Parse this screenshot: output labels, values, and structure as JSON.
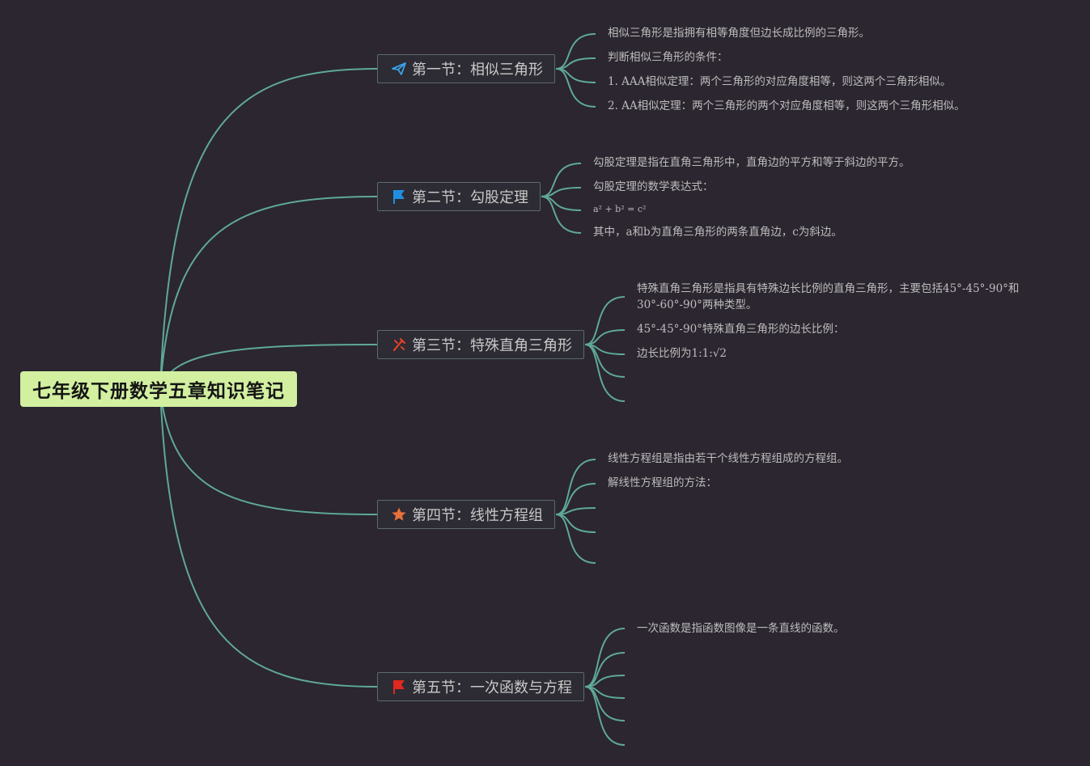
{
  "root": {
    "title": "七年级下册数学五章知识笔记"
  },
  "colors": {
    "line": "#5fa89a",
    "background": "#2b2630",
    "root_fill": "#d2f0a0"
  },
  "sections": [
    {
      "title": "第一节：相似三角形",
      "icon": "paper-plane-icon",
      "notes": [
        "相似三角形是指拥有相等角度但边长成比例的三角形。",
        "判断相似三角形的条件：",
        "1. AAA相似定理：两个三角形的对应角度相等，则这两个三角形相似。",
        "2. AA相似定理：两个三角形的两个对应角度相等，则这两个三角形相似。"
      ]
    },
    {
      "title": "第二节：勾股定理",
      "icon": "blue-flag-icon",
      "notes": [
        "勾股定理是指在直角三角形中，直角边的平方和等于斜边的平方。",
        "勾股定理的数学表达式：",
        "a² + b² = c²",
        "其中，a和b为直角三角形的两条直角边，c为斜边。"
      ]
    },
    {
      "title": "第三节：特殊直角三角形",
      "icon": "tools-icon",
      "notes": [
        "特殊直角三角形是指具有特殊边长比例的直角三角形，主要包括45°-45°-90°和30°-60°-90°两种类型。",
        "45°-45°-90°特殊直角三角形的边长比例：",
        "边长比例为1:1:√2",
        "",
        ""
      ]
    },
    {
      "title": "第四节：线性方程组",
      "icon": "star-icon",
      "notes": [
        "线性方程组是指由若干个线性方程组成的方程组。",
        "解线性方程组的方法：",
        "",
        "",
        ""
      ]
    },
    {
      "title": "第五节：一次函数与方程",
      "icon": "red-flag-icon",
      "notes": [
        "一次函数是指函数图像是一条直线的函数。",
        "",
        "",
        "",
        "",
        ""
      ]
    }
  ]
}
